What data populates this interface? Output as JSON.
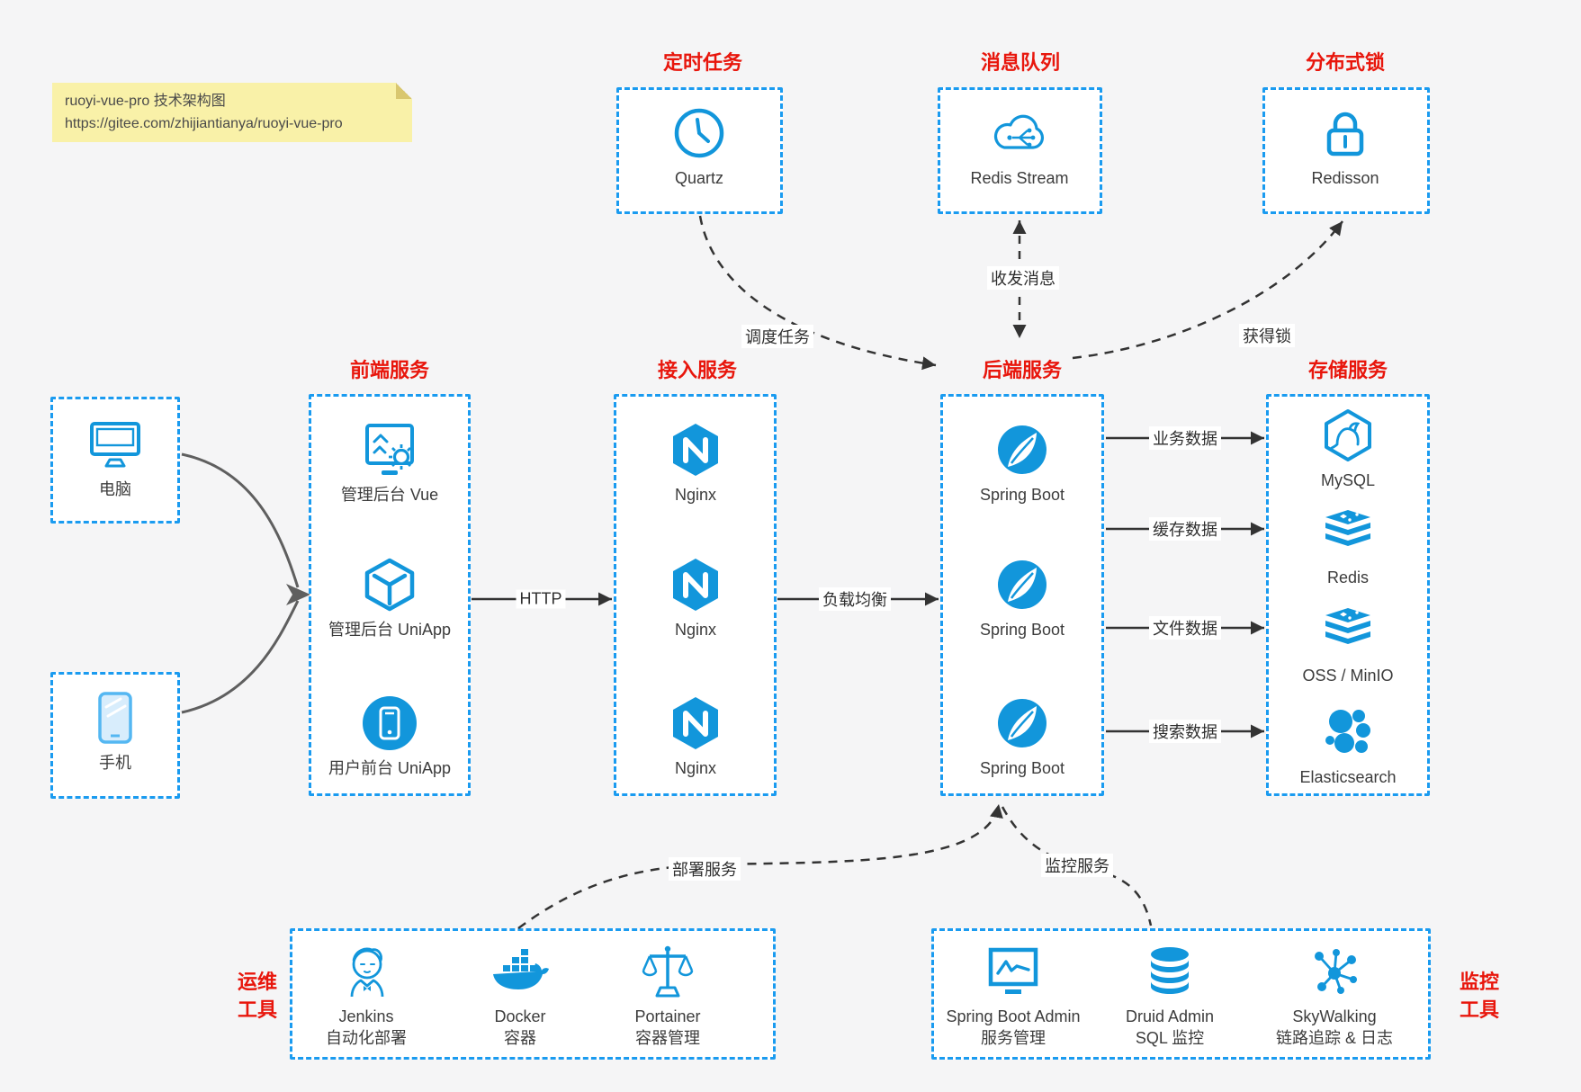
{
  "note": {
    "line1": "ruoyi-vue-pro 技术架构图",
    "line2": "https://gitee.com/zhijiantianya/ruoyi-vue-pro"
  },
  "colors": {
    "icon_blue": "#1296db",
    "border_blue": "#1a9bf0",
    "title_red": "#e8160c",
    "note_bg": "#f9f1a8",
    "arrow_dark": "#333333",
    "arrow_gray": "#5f5f5f"
  },
  "top": {
    "scheduled": {
      "title": "定时任务",
      "item": {
        "label": "Quartz",
        "icon": "clock-icon"
      }
    },
    "mq": {
      "title": "消息队列",
      "item": {
        "label": "Redis Stream",
        "icon": "cloud-stream-icon"
      }
    },
    "lock": {
      "title": "分布式锁",
      "item": {
        "label": "Redisson",
        "icon": "lock-icon"
      }
    }
  },
  "clients": {
    "pc": {
      "label": "电脑",
      "icon": "desktop-icon"
    },
    "mobile": {
      "label": "手机",
      "icon": "phone-icon"
    }
  },
  "frontend": {
    "title": "前端服务",
    "items": [
      {
        "label": "管理后台 Vue",
        "icon": "admin-vue-icon"
      },
      {
        "label": "管理后台 UniApp",
        "icon": "uniapp-cube-icon"
      },
      {
        "label": "用户前台 UniApp",
        "icon": "user-app-icon"
      }
    ]
  },
  "gateway": {
    "title": "接入服务",
    "items": [
      {
        "label": "Nginx",
        "icon": "nginx-icon"
      },
      {
        "label": "Nginx",
        "icon": "nginx-icon"
      },
      {
        "label": "Nginx",
        "icon": "nginx-icon"
      }
    ]
  },
  "backend": {
    "title": "后端服务",
    "items": [
      {
        "label": "Spring Boot",
        "icon": "spring-icon"
      },
      {
        "label": "Spring Boot",
        "icon": "spring-icon"
      },
      {
        "label": "Spring Boot",
        "icon": "spring-icon"
      }
    ]
  },
  "storage": {
    "title": "存储服务",
    "items": [
      {
        "label": "MySQL",
        "icon": "mysql-icon"
      },
      {
        "label": "Redis",
        "icon": "stack-icon"
      },
      {
        "label": "OSS / MinIO",
        "icon": "stack-icon"
      },
      {
        "label": "Elasticsearch",
        "icon": "elasticsearch-icon"
      }
    ]
  },
  "devops": {
    "title_line1": "运维",
    "title_line2": "工具",
    "items": [
      {
        "name": "Jenkins",
        "desc": "自动化部署",
        "icon": "jenkins-icon"
      },
      {
        "name": "Docker",
        "desc": "容器",
        "icon": "docker-whale-icon"
      },
      {
        "name": "Portainer",
        "desc": "容器管理",
        "icon": "scales-icon"
      }
    ]
  },
  "monitoring": {
    "title_line1": "监控",
    "title_line2": "工具",
    "items": [
      {
        "name": "Spring Boot Admin",
        "desc": "服务管理",
        "icon": "admin-monitor-icon"
      },
      {
        "name": "Druid Admin",
        "desc": "SQL 监控",
        "icon": "database-icon"
      },
      {
        "name": "SkyWalking",
        "desc": "链路追踪 & 日志",
        "icon": "hub-icon"
      }
    ]
  },
  "edges": {
    "http": "HTTP",
    "load_balance": "负载均衡",
    "biz_data": "业务数据",
    "cache_data": "缓存数据",
    "file_data": "文件数据",
    "search_data": "搜索数据",
    "schedule_task": "调度任务",
    "send_receive_msg": "收发消息",
    "acquire_lock": "获得锁",
    "deploy_service": "部署服务",
    "monitor_service": "监控服务"
  }
}
